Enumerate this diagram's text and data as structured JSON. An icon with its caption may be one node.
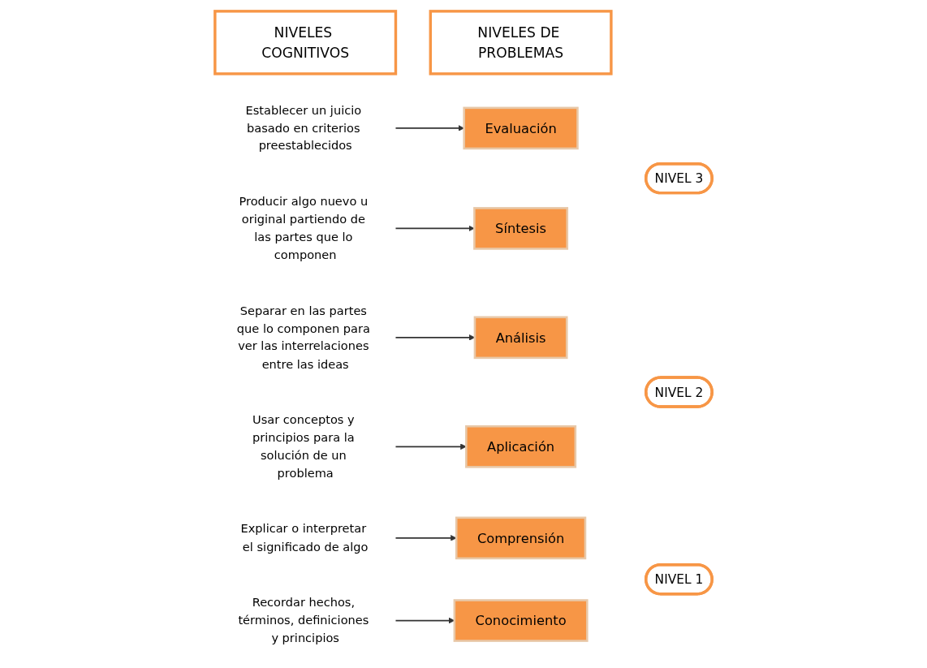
{
  "diagram": {
    "nodes": [
      {
        "text": [
          "NIVELES COGNITIVOS"
        ]
      },
      {
        "text": [
          "NIVELES DE PROBLEMAS"
        ]
      },
      {
        "text": [
          "Establecer un juicio basado en criterios preestablecidos"
        ]
      },
      {
        "text": [
          "Evaluación"
        ]
      },
      {
        "text": [
          "NIVEL 3"
        ]
      },
      {
        "text": [
          "Producir algo nuevo u original partiendo de las partes que lo componen"
        ]
      },
      {
        "text": [
          "Síntesis"
        ]
      },
      {
        "text": [
          "Separar en las partes que lo componen para ver las interrelaciones entre las ideas"
        ]
      },
      {
        "text": [
          "Análisis"
        ]
      },
      {
        "text": [
          "NIVEL 2"
        ]
      },
      {
        "text": [
          "Usar conceptos y principios para la solución de un problema"
        ]
      },
      {
        "text": [
          "Aplicación"
        ]
      },
      {
        "text": [
          "Explicar o interpretar el significado de algo"
        ]
      },
      {
        "text": [
          "Comprensión"
        ]
      },
      {
        "text": [
          "NIVEL 1"
        ]
      },
      {
        "text": [
          "Recordar hechos, términos, definiciones y principios"
        ]
      },
      {
        "text": [
          "Conocimiento"
        ]
      }
    ],
    "edges": [
      {
        "from": 2,
        "to": 3,
        "arrow": "to"
      },
      {
        "from": 5,
        "to": 6,
        "arrow": "to"
      },
      {
        "from": 7,
        "to": 8,
        "arrow": "to"
      },
      {
        "from": 10,
        "to": 11,
        "arrow": "to"
      },
      {
        "from": 12,
        "to": 13,
        "arrow": "to"
      },
      {
        "from": 15,
        "to": 16,
        "arrow": "to"
      }
    ]
  }
}
